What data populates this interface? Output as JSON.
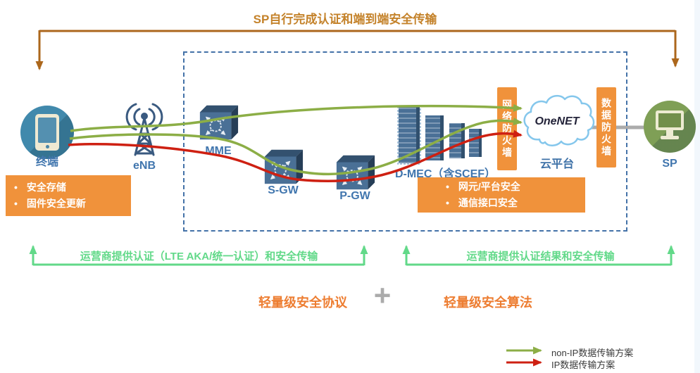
{
  "colors": {
    "accent_orange": "#F0923B",
    "annotation_brown": "#AC671C",
    "bracket_green": "#62D989",
    "nonip_line_green": "#8CAE46",
    "ip_line_red": "#CE2012",
    "label_blue": "#4176AE",
    "dashed_border_blue": "#4472A8",
    "banner_orange_text": "#ED7D31",
    "terminal_circle_blue": "#4189AC",
    "sp_circle_green": "#7F9F56",
    "network_icon_blue": "#4A7096",
    "cloud_outline_blue": "#85C7EC"
  },
  "top_annotation": {
    "label": "SP自行完成认证和端到端安全传输"
  },
  "nodes": {
    "terminal": {
      "label": "终端"
    },
    "enb": {
      "label": "eNB"
    },
    "mme": {
      "label": "MME"
    },
    "sgw": {
      "label": "S-GW"
    },
    "pgw": {
      "label": "P-GW"
    },
    "dmec": {
      "label": "D-MEC（含SCEF）"
    },
    "cloud": {
      "brand": "OneNET",
      "label": "云平台"
    },
    "sp": {
      "label": "SP"
    }
  },
  "firewalls": {
    "network": "网络防火墙",
    "data": "数据防火墙"
  },
  "callouts": {
    "terminal_security": {
      "items": [
        "安全存储",
        "固件安全更新"
      ]
    },
    "dmec_security": {
      "items": [
        "网元/平台安全",
        "通信接口安全"
      ]
    }
  },
  "brackets": {
    "left": "运营商提供认证（LTE AKA/统一认证）和安全传输",
    "right": "运营商提供认证结果和安全传输"
  },
  "bottom_banner": {
    "protocol": "轻量级安全协议",
    "plus": "+",
    "algorithm": "轻量级安全算法"
  },
  "legend": {
    "items": [
      {
        "label": "non-IP数据传输方案",
        "color": "#8CAE46"
      },
      {
        "label": "IP数据传输方案",
        "color": "#CE2012"
      }
    ]
  }
}
